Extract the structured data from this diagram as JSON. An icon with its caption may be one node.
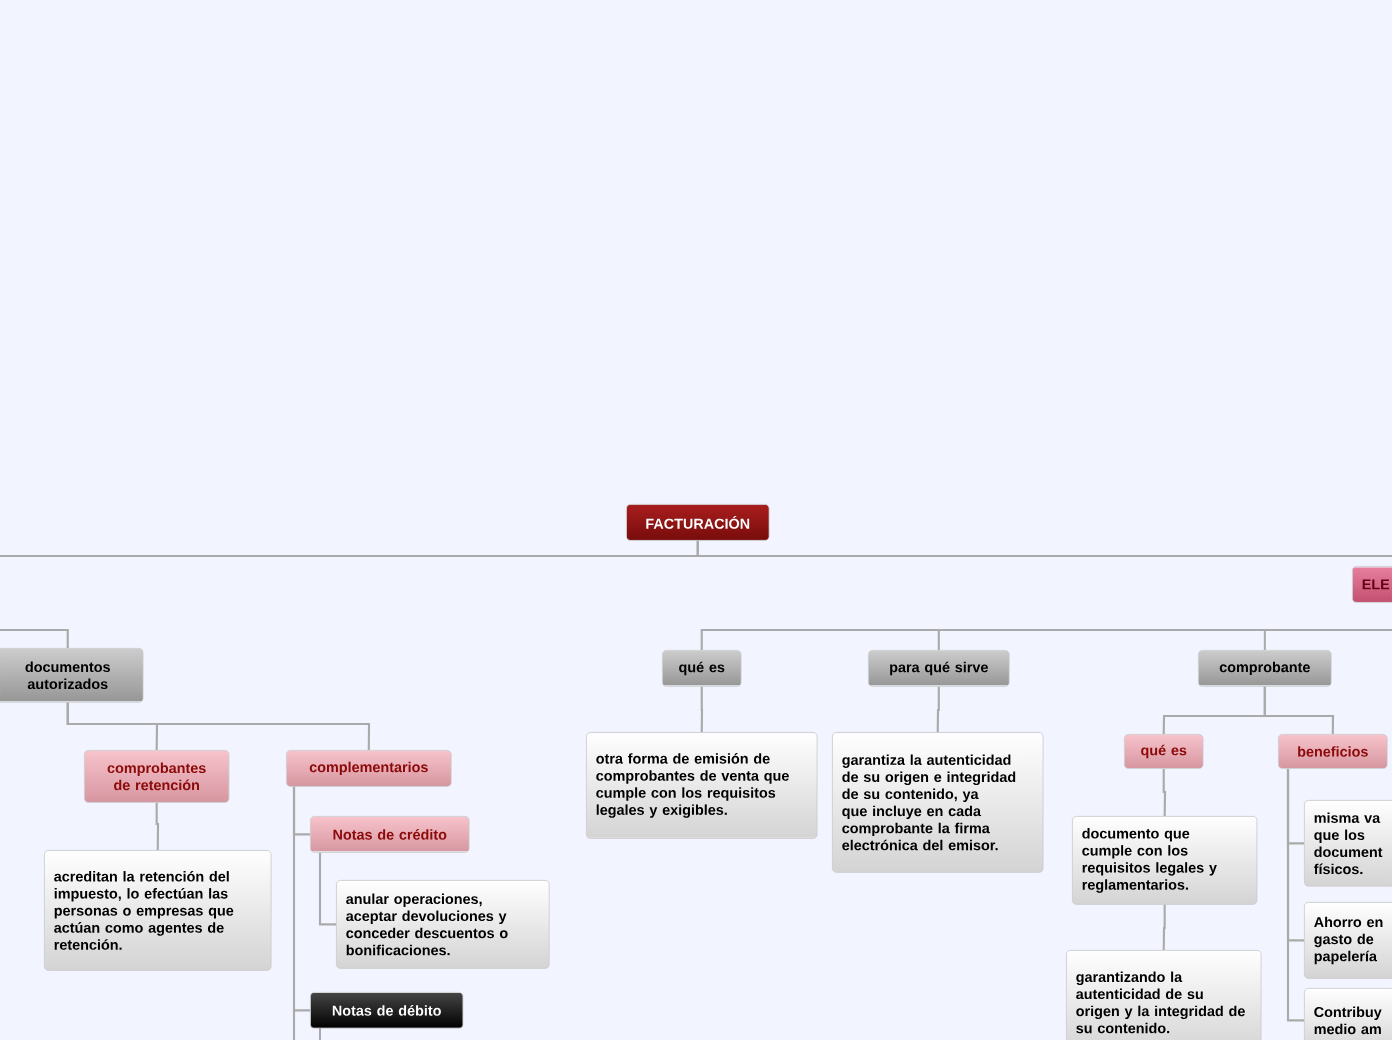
{
  "diagram": {
    "nodes": [
      {
        "text": [
          "FACTURACIÓN"
        ]
      },
      {
        "text": [
          "ELE"
        ]
      },
      {
        "text": [
          "documentos autorizados"
        ]
      },
      {
        "text": [
          "comprobantes de retención"
        ]
      },
      {
        "text": [
          "complementarios"
        ]
      },
      {
        "text": [
          "acreditan la retención del impuesto, lo efectúan las personas o empresas que actúan como agentes de retención."
        ]
      },
      {
        "text": [
          "Notas de crédito"
        ]
      },
      {
        "text": [
          "anular operaciones, aceptar devoluciones y conceder descuentos o bonificaciones."
        ]
      },
      {
        "text": [
          "Notas de débito"
        ]
      },
      {
        "text": [
          "qué es"
        ]
      },
      {
        "text": [
          "para qué sirve"
        ]
      },
      {
        "text": [
          "otra forma de emisión de comprobantes de venta que cumple con los requisitos legales y exigibles."
        ]
      },
      {
        "text": [
          "garantiza la autenticidad de su origen e integridad de su contenido, ya que incluye en cada comprobante la firma electrónica del emisor."
        ]
      },
      {
        "text": [
          "comprobante"
        ]
      },
      {
        "text": [
          "qué es"
        ]
      },
      {
        "text": [
          "beneficios"
        ]
      },
      {
        "text": [
          "documento que cumple con los requisitos legales y reglamentarios."
        ]
      },
      {
        "text": [
          "garantizando la autenticidad de su origen y la integridad de su contenido."
        ]
      },
      {
        "text": [
          "misma va que los document físicos."
        ]
      },
      {
        "text": [
          "Ahorro en gasto de papelería"
        ]
      },
      {
        "text": [
          "Contribuy medio am"
        ]
      }
    ],
    "edges": [
      {
        "from": 0,
        "to": null,
        "arrow": "none"
      },
      {
        "from": 0,
        "to": 1,
        "arrow": "none"
      },
      {
        "from": null,
        "to": 2,
        "arrow": "none"
      },
      {
        "from": 2,
        "to": 3,
        "arrow": "none"
      },
      {
        "from": 2,
        "to": 4,
        "arrow": "none"
      },
      {
        "from": 3,
        "to": 5,
        "arrow": "none"
      },
      {
        "from": 4,
        "to": 6,
        "arrow": "none"
      },
      {
        "from": 6,
        "to": 7,
        "arrow": "none"
      },
      {
        "from": 4,
        "to": 8,
        "arrow": "none"
      },
      {
        "from": null,
        "to": 9,
        "arrow": "none"
      },
      {
        "from": null,
        "to": 10,
        "arrow": "none"
      },
      {
        "from": null,
        "to": 13,
        "arrow": "none"
      },
      {
        "from": 9,
        "to": 11,
        "arrow": "none"
      },
      {
        "from": 10,
        "to": 12,
        "arrow": "none"
      },
      {
        "from": 13,
        "to": 14,
        "arrow": "none"
      },
      {
        "from": 13,
        "to": 15,
        "arrow": "none"
      },
      {
        "from": 14,
        "to": 16,
        "arrow": "none"
      },
      {
        "from": 16,
        "to": 17,
        "arrow": "none"
      },
      {
        "from": 15,
        "to": 18,
        "arrow": "none"
      },
      {
        "from": 15,
        "to": 19,
        "arrow": "none"
      },
      {
        "from": 15,
        "to": 20,
        "arrow": "none"
      }
    ]
  }
}
